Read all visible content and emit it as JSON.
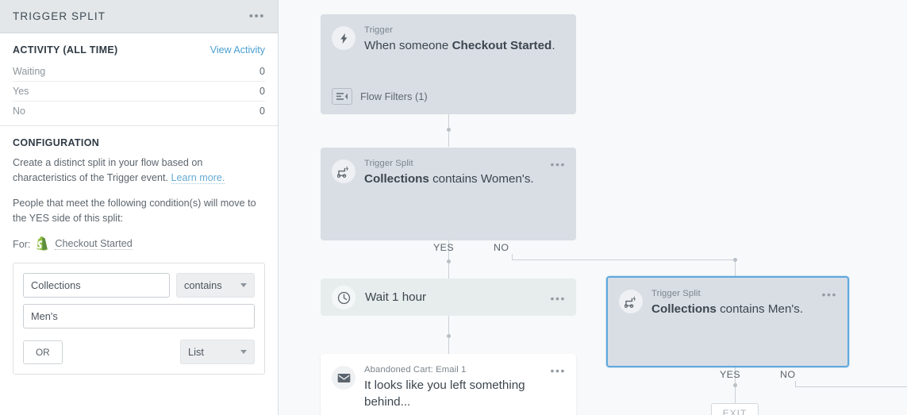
{
  "sidebar": {
    "header": {
      "title": "TRIGGER SPLIT",
      "kebab": "•••"
    },
    "activity": {
      "title": "ACTIVITY (ALL TIME)",
      "view_link": "View Activity",
      "rows": [
        {
          "label": "Waiting",
          "value": "0"
        },
        {
          "label": "Yes",
          "value": "0"
        },
        {
          "label": "No",
          "value": "0"
        }
      ]
    },
    "configuration": {
      "title": "CONFIGURATION",
      "desc_1": "Create a distinct split in your flow based on characteristics of the Trigger event.",
      "learn_more": "Learn more.",
      "desc_2": "People that meet the following condition(s) will move to the YES side of this split:",
      "for_label": "For:",
      "for_value": "Checkout Started",
      "for_icon": "shopify-icon",
      "condition": {
        "field_value": "Collections",
        "field_placeholder": "Collections",
        "operator": "contains",
        "value_value": "Men's",
        "value_placeholder": "Men's",
        "or_label": "OR",
        "list_label": "List"
      }
    }
  },
  "canvas": {
    "nodes": [
      {
        "id": "trigger",
        "label": "Trigger",
        "title_plain_1": "When someone ",
        "title_bold": "Checkout Started",
        "title_plain_2": ".",
        "icon": "lightning-bolt-icon",
        "flow_filters": "Flow Filters (1)",
        "flow_filters_icon": "filter-icon"
      },
      {
        "id": "split-womens",
        "label": "Trigger Split",
        "title_bold": "Collections",
        "title_plain": " contains Women's.",
        "icon": "trigger-split-icon",
        "kebab": "•••"
      },
      {
        "id": "wait",
        "title": "Wait 1 hour",
        "icon": "clock-icon",
        "kebab": "•••"
      },
      {
        "id": "email",
        "label": "Abandoned Cart: Email 1",
        "title": "It looks like you left something behind...",
        "icon": "envelope-icon",
        "kebab": "•••"
      },
      {
        "id": "split-mens",
        "label": "Trigger Split",
        "title_bold": "Collections",
        "title_plain": " contains Men's.",
        "icon": "trigger-split-icon",
        "kebab": "•••",
        "selected": true
      }
    ],
    "branch_labels": {
      "yes": "YES",
      "no": "NO"
    },
    "exit_label": "EXIT",
    "accent_selected": "#5fa8dd",
    "card_bg": "#d9dee5",
    "canvas_bg": "#f7f9fa"
  }
}
